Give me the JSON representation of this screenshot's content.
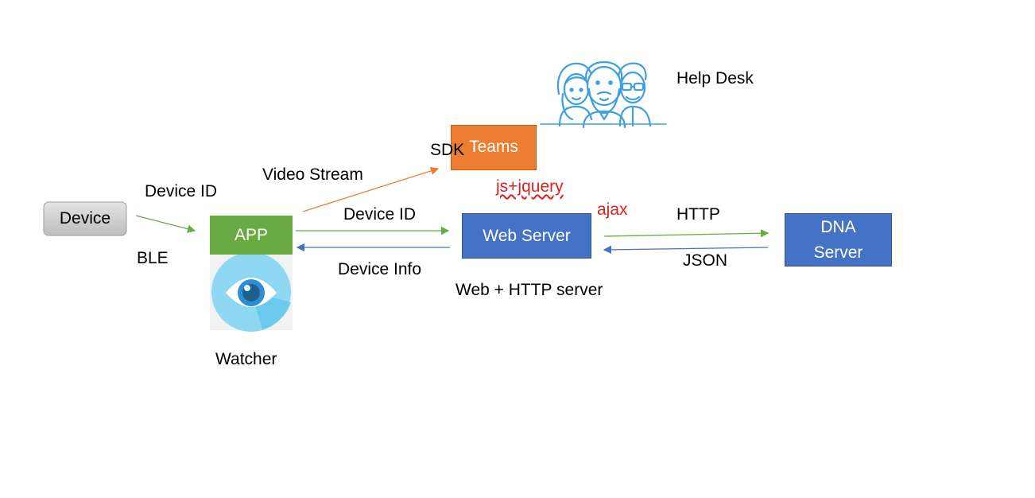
{
  "nodes": {
    "device": "Device",
    "app": "APP",
    "teams": "Teams",
    "web_server": "Web Server",
    "dna_server": "DNA\nServer"
  },
  "labels": {
    "device_id_top": "Device ID",
    "ble": "BLE",
    "video_stream": "Video Stream",
    "sdk": "SDK",
    "help_desk": "Help Desk",
    "device_id_mid": "Device ID",
    "device_info": "Device Info",
    "js_jquery": "js+jquery",
    "ajax": "ajax",
    "http": "HTTP",
    "json": "JSON",
    "web_http_server": "Web + HTTP server",
    "watcher": "Watcher"
  },
  "icons": [
    "watcher-eye-icon",
    "help-desk-people-icon"
  ],
  "colors": {
    "green": "#6aaa45",
    "blue": "#4472c4",
    "orange": "#ed7d31",
    "red": "#e0201b",
    "device_gray": "#c9c9c9",
    "icon_blue": "#3f9fe0"
  }
}
